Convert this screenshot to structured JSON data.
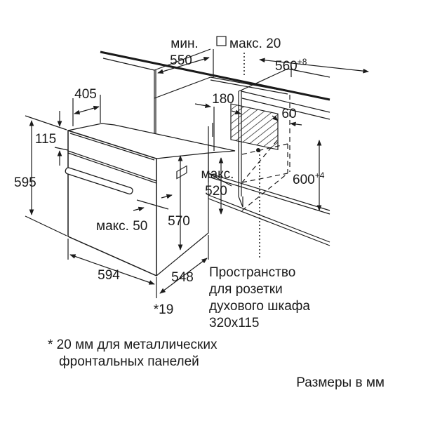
{
  "labels": {
    "min": "мин.",
    "min_value": "550",
    "max20": "макс. 20",
    "width_560": "560",
    "width_560_tol": "+8",
    "depth_405": "405",
    "d_180": "180",
    "d_60": "60",
    "h_115": "115",
    "h_595": "595",
    "max520_label": "макс.",
    "max520_value": "520",
    "h_600": "600",
    "h_600_tol": "+4",
    "max50": "макс. 50",
    "h_570": "570",
    "w_594": "594",
    "d_548": "548",
    "note_19": "*19"
  },
  "socket_note": [
    "Пространство",
    "для розетки",
    "духового шкафа",
    "320x115"
  ],
  "footnote": [
    "* 20 мм для металлических",
    "фронтальных панелей"
  ],
  "units_note": "Размеры в мм"
}
